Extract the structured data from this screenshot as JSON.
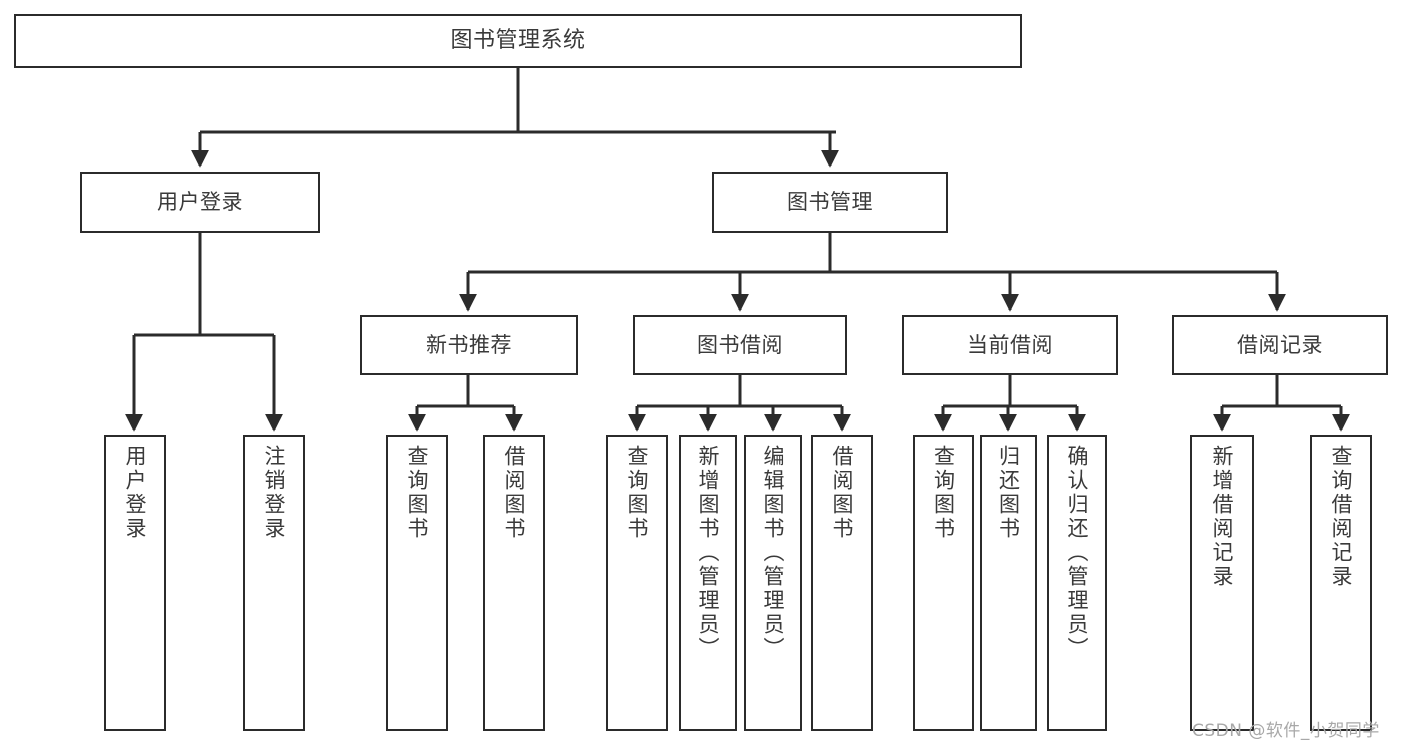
{
  "diagram": {
    "title": "图书管理系统",
    "type": "tree-hierarchy-chart",
    "root": {
      "label": "图书管理系统"
    },
    "level2": [
      {
        "label": "用户登录"
      },
      {
        "label": "图书管理"
      }
    ],
    "level3": [
      {
        "label": "新书推荐"
      },
      {
        "label": "图书借阅"
      },
      {
        "label": "当前借阅"
      },
      {
        "label": "借阅记录"
      }
    ],
    "leaves": {
      "user_login": [
        {
          "label": "用户登录"
        },
        {
          "label": "注销登录"
        }
      ],
      "new_book_recommend": [
        {
          "label": "查询图书"
        },
        {
          "label": "借阅图书"
        }
      ],
      "book_borrow": [
        {
          "label": "查询图书"
        },
        {
          "label": "新增图书（管理员）"
        },
        {
          "label": "编辑图书（管理员）"
        },
        {
          "label": "借阅图书"
        }
      ],
      "current_borrow": [
        {
          "label": "查询图书"
        },
        {
          "label": "归还图书"
        },
        {
          "label": "确认归还（管理员）"
        }
      ],
      "borrow_record": [
        {
          "label": "新增借阅记录"
        },
        {
          "label": "查询借阅记录"
        }
      ]
    }
  },
  "watermark": {
    "text": "CSDN @软件_小贺同学"
  },
  "colors": {
    "background": "#ffffff",
    "box_border": "#2b2b2b",
    "text": "#3a3a3a",
    "connector": "#2b2b2b",
    "watermark": "#a8a8a8"
  }
}
